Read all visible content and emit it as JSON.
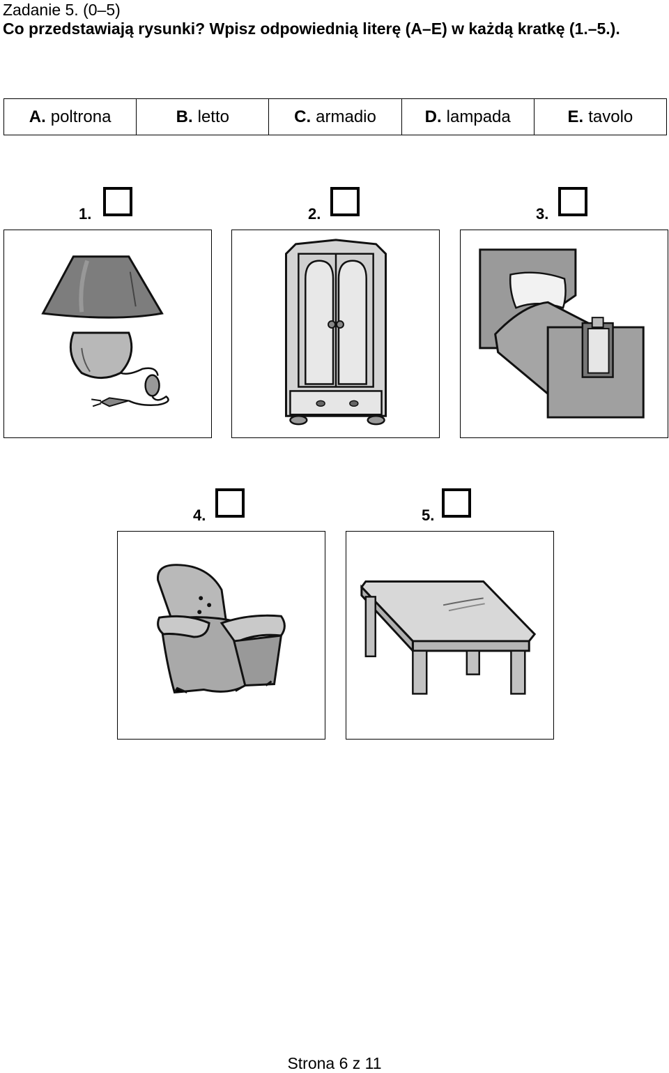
{
  "header": {
    "title": "Zadanie 5. (0–5)",
    "instruction": "Co przedstawiają rysunki? Wpisz odpowiednią literę (A–E) w każdą kratkę (1.–5.)."
  },
  "options": [
    {
      "letter": "A.",
      "word": "poltrona"
    },
    {
      "letter": "B.",
      "word": "letto"
    },
    {
      "letter": "C.",
      "word": "armadio"
    },
    {
      "letter": "D.",
      "word": "lampada"
    },
    {
      "letter": "E.",
      "word": "tavolo"
    }
  ],
  "items": [
    {
      "number": "1.",
      "answer": "",
      "picture": "lamp-icon"
    },
    {
      "number": "2.",
      "answer": "",
      "picture": "wardrobe-icon"
    },
    {
      "number": "3.",
      "answer": "",
      "picture": "bed-icon"
    },
    {
      "number": "4.",
      "answer": "",
      "picture": "armchair-icon"
    },
    {
      "number": "5.",
      "answer": "",
      "picture": "table-icon"
    }
  ],
  "footer": {
    "page": "Strona 6 z 11"
  }
}
